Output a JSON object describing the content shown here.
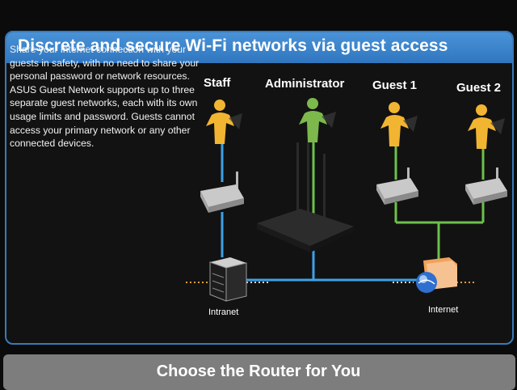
{
  "banner": {
    "title": "Discrete and secure Wi-Fi networks via guest access"
  },
  "description": "Share your internet connection with your guests in safety, with no need to share your personal password or network resources. ASUS Guest Network supports up to three separate guest networks, each with its own usage limits and password. Guests cannot access your primary network or any other connected devices.",
  "users": {
    "staff": "Staff",
    "administrator": "Administrator",
    "guest1": "Guest 1",
    "guest2": "Guest 2"
  },
  "nodes": {
    "intranet": "Intranet",
    "internet": "Internet"
  },
  "footer": {
    "title": "Choose the Router for You"
  },
  "colors": {
    "banner": "#3f86cc",
    "blue_line": "#3fa0e6",
    "green_line": "#6cc04a",
    "user_orange": "#f2b531",
    "admin_green": "#7cb84c"
  },
  "icons": [
    "user-icon",
    "router-icon",
    "server-icon",
    "globe-icon"
  ]
}
